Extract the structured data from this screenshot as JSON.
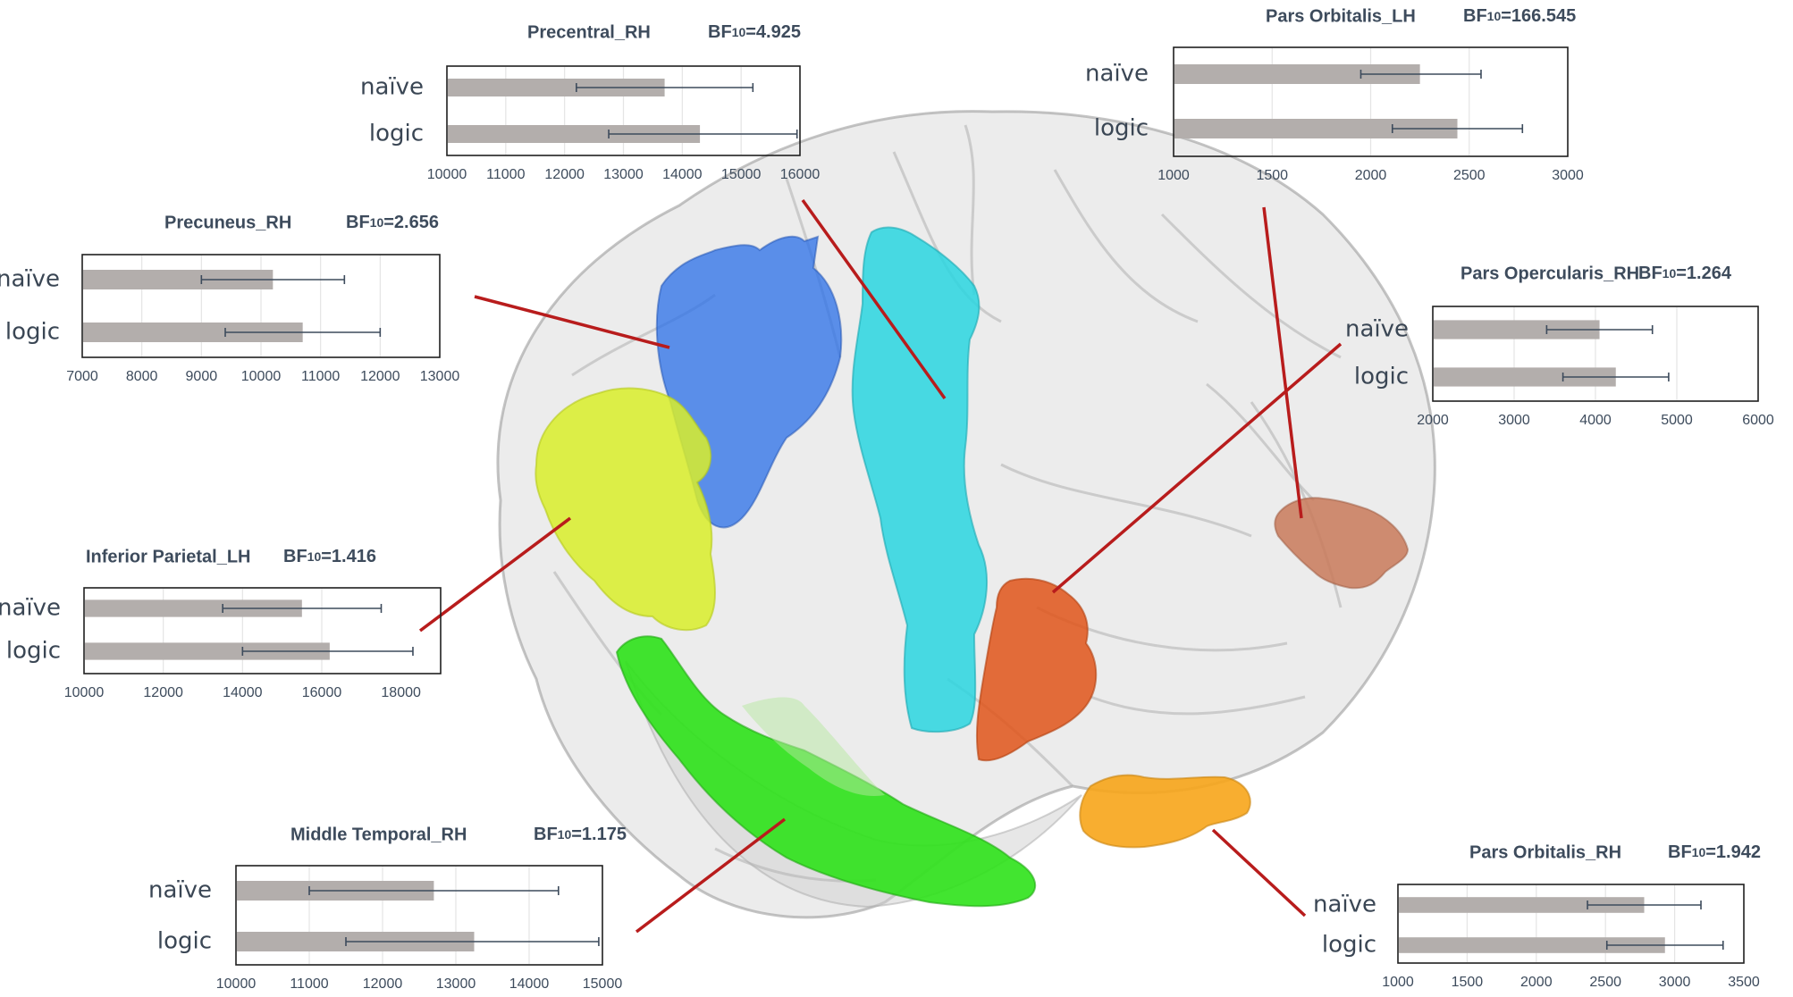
{
  "colors": {
    "bar": "#b3aeac",
    "error_bar": "#3d4b5c",
    "leader": "#b81c1c",
    "axis_text": "#3d4b5c",
    "brain": "#d6d6d6",
    "region_precuneus": "#2a6fe8",
    "region_precentral": "#2ad6e0",
    "region_inferior_parietal": "#d9ee2a",
    "region_middle_temporal": "#2ee21a",
    "region_pars_opercularis": "#e0551a",
    "region_pars_orbitalis_rh": "#f7a51a",
    "region_pars_orbitalis_lh": "#c97a5a"
  },
  "chart_data": [
    {
      "type": "bar",
      "orientation": "horizontal",
      "title": "Precentral_RH",
      "bf_prefix": "BF",
      "bf_sub": "10",
      "bf_value": "=4.925",
      "categories": [
        "naïve",
        "logic"
      ],
      "values": [
        13700,
        14300
      ],
      "error_low": [
        12200,
        12750
      ],
      "error_high": [
        15200,
        15950
      ],
      "xlim": [
        10000,
        16000
      ],
      "ticks": [
        "10000",
        "11000",
        "12000",
        "13000",
        "14000",
        "15000",
        "16000"
      ],
      "grid": true
    },
    {
      "type": "bar",
      "orientation": "horizontal",
      "title": "Pars Orbitalis_LH",
      "bf_prefix": "BF",
      "bf_sub": "10",
      "bf_value": "=166.545",
      "categories": [
        "naïve",
        "logic"
      ],
      "values": [
        2250,
        2440
      ],
      "error_low": [
        1950,
        2110
      ],
      "error_high": [
        2560,
        2770
      ],
      "xlim": [
        1000,
        3000
      ],
      "ticks": [
        "1000",
        "1500",
        "2000",
        "2500",
        "3000"
      ],
      "grid": true
    },
    {
      "type": "bar",
      "orientation": "horizontal",
      "title": "Precuneus_RH",
      "bf_prefix": "BF",
      "bf_sub": "10",
      "bf_value": "=2.656",
      "categories": [
        "naïve",
        "logic"
      ],
      "values": [
        10200,
        10700
      ],
      "error_low": [
        9000,
        9400
      ],
      "error_high": [
        11400,
        12000
      ],
      "xlim": [
        7000,
        13000
      ],
      "ticks": [
        "7000",
        "8000",
        "9000",
        "10000",
        "11000",
        "12000",
        "13000"
      ],
      "grid": true
    },
    {
      "type": "bar",
      "orientation": "horizontal",
      "title": "Pars Opercularis_RH",
      "bf_prefix": "BF",
      "bf_sub": "10",
      "bf_value": "=1.264",
      "categories": [
        "naïve",
        "logic"
      ],
      "values": [
        4050,
        4250
      ],
      "error_low": [
        3400,
        3600
      ],
      "error_high": [
        4700,
        4900
      ],
      "xlim": [
        2000,
        6000
      ],
      "ticks": [
        "2000",
        "3000",
        "4000",
        "5000",
        "6000"
      ],
      "grid": true
    },
    {
      "type": "bar",
      "orientation": "horizontal",
      "title": "Inferior Parietal_LH",
      "bf_prefix": "BF",
      "bf_sub": "10",
      "bf_value": "=1.416",
      "categories": [
        "naïve",
        "logic"
      ],
      "values": [
        15500,
        16200
      ],
      "error_low": [
        13500,
        14000
      ],
      "error_high": [
        17500,
        18300
      ],
      "xlim": [
        10000,
        19000
      ],
      "ticks": [
        "10000",
        "12000",
        "14000",
        "16000",
        "18000"
      ],
      "grid": true
    },
    {
      "type": "bar",
      "orientation": "horizontal",
      "title": "Middle Temporal_RH",
      "bf_prefix": "BF",
      "bf_sub": "10",
      "bf_value": "=1.175",
      "categories": [
        "naïve",
        "logic"
      ],
      "values": [
        12700,
        13250
      ],
      "error_low": [
        11000,
        11500
      ],
      "error_high": [
        14400,
        14950
      ],
      "xlim": [
        10000,
        15000
      ],
      "ticks": [
        "10000",
        "11000",
        "12000",
        "13000",
        "14000",
        "15000"
      ],
      "grid": true
    },
    {
      "type": "bar",
      "orientation": "horizontal",
      "title": "Pars Orbitalis_RH",
      "bf_prefix": "BF",
      "bf_sub": "10",
      "bf_value": "=1.942",
      "categories": [
        "naïve",
        "logic"
      ],
      "values": [
        2780,
        2930
      ],
      "error_low": [
        2370,
        2510
      ],
      "error_high": [
        3190,
        3350
      ],
      "xlim": [
        1000,
        3500
      ],
      "ticks": [
        "1000",
        "1500",
        "2000",
        "2500",
        "3000",
        "3500"
      ],
      "grid": true
    }
  ]
}
